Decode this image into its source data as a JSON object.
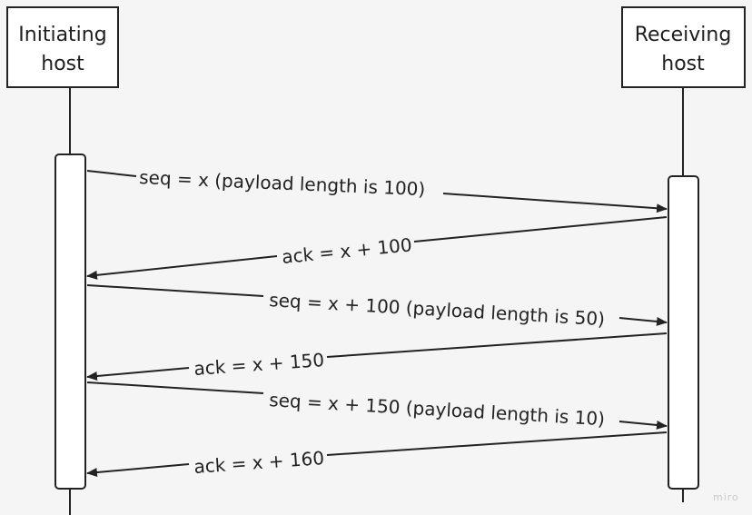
{
  "participants": {
    "initiator": {
      "line1": "Initiating",
      "line2": "host"
    },
    "receiver": {
      "line1": "Receiving",
      "line2": "host"
    }
  },
  "messages": [
    {
      "from": "initiator",
      "to": "receiver",
      "label": "seq = x (payload length is 100)"
    },
    {
      "from": "receiver",
      "to": "initiator",
      "label": "ack = x + 100"
    },
    {
      "from": "initiator",
      "to": "receiver",
      "label": "seq = x + 100 (payload length is 50)"
    },
    {
      "from": "receiver",
      "to": "initiator",
      "label": "ack = x + 150"
    },
    {
      "from": "initiator",
      "to": "receiver",
      "label": "seq = x + 150 (payload length is 10)"
    },
    {
      "from": "receiver",
      "to": "initiator",
      "label": "ack = x + 160"
    }
  ],
  "watermark": "miro",
  "colors": {
    "background": "#f5f5f5",
    "stroke": "#222222",
    "box_fill": "#ffffff"
  }
}
